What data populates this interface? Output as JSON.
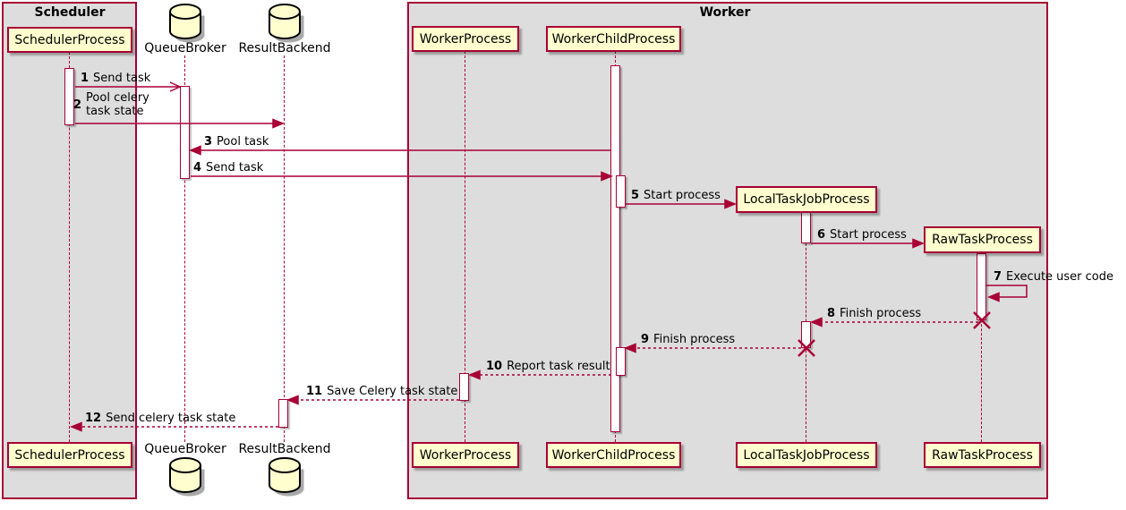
{
  "groups": [
    {
      "title": "Scheduler"
    },
    {
      "title": "Worker"
    }
  ],
  "participants": {
    "scheduler_process": "SchedulerProcess",
    "queue_broker": "QueueBroker",
    "result_backend": "ResultBackend",
    "worker_process": "WorkerProcess",
    "worker_child_process": "WorkerChildProcess",
    "local_task_job_process": "LocalTaskJobProcess",
    "raw_task_process": "RawTaskProcess"
  },
  "messages": [
    {
      "num": "1",
      "text": "Send task"
    },
    {
      "num": "2",
      "text": "Pool celery task state"
    },
    {
      "num": "3",
      "text": "Pool task"
    },
    {
      "num": "4",
      "text": "Send task"
    },
    {
      "num": "5",
      "text": "Start process"
    },
    {
      "num": "6",
      "text": "Start process"
    },
    {
      "num": "7",
      "text": "Execute user code"
    },
    {
      "num": "8",
      "text": "Finish process"
    },
    {
      "num": "9",
      "text": "Finish process"
    },
    {
      "num": "10",
      "text": "Report task result"
    },
    {
      "num": "11",
      "text": "Save Celery task state"
    },
    {
      "num": "12",
      "text": "Send celery task state"
    }
  ],
  "colors": {
    "accent": "#A80036",
    "participant_fill": "#FEFECE",
    "group_fill": "#DDDDDD",
    "background": "#FFFFFF",
    "text": "#000000"
  }
}
